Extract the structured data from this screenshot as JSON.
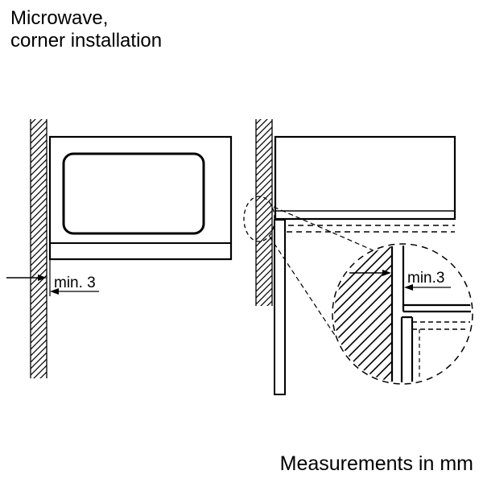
{
  "title": {
    "line1": "Microwave,",
    "line2": "corner installation"
  },
  "front_view": {
    "dim_label": "min. 3"
  },
  "detail_view": {
    "dim_label": "min.3"
  },
  "footer": {
    "note": "Measurements in mm"
  },
  "colors": {
    "ink": "#000000",
    "background": "#ffffff"
  }
}
